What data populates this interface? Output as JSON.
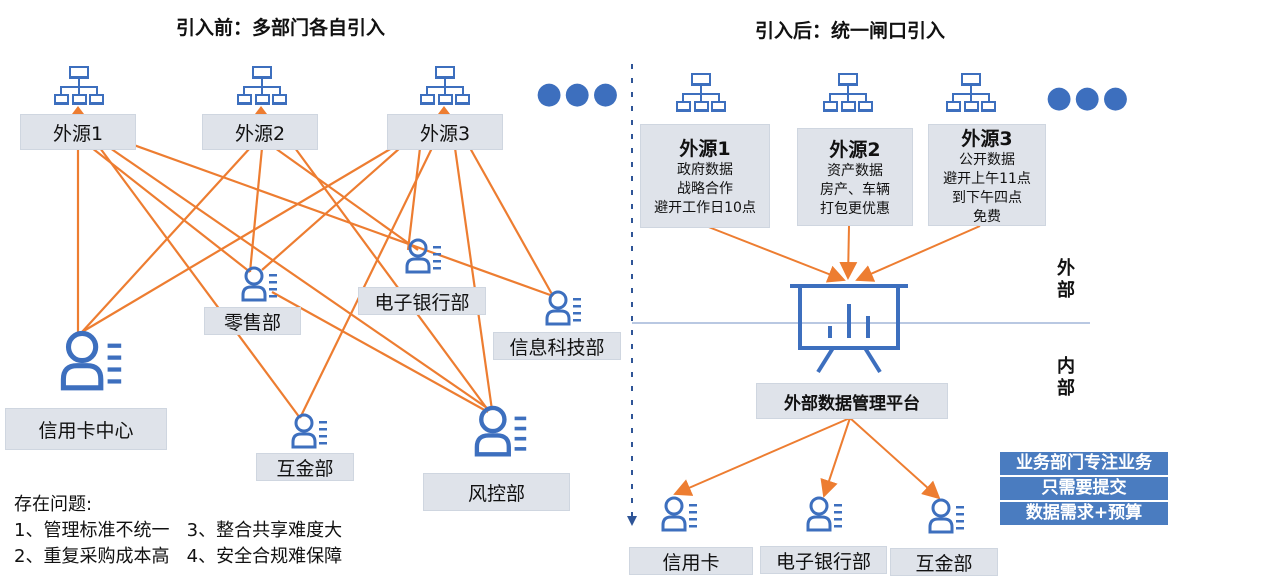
{
  "before": {
    "title": "引入前：多部门各自引入",
    "sources": [
      "外源1",
      "外源2",
      "外源3"
    ],
    "departments": {
      "retail": "零售部",
      "ebank": "电子银行部",
      "itech": "信息科技部",
      "credit": "信用卡中心",
      "fintech": "互金部",
      "risk": "风控部"
    },
    "issues": {
      "heading": "存在问题:",
      "line1": "1、管理标准不统一   3、整合共享难度大",
      "line2": "2、重复采购成本高   4、安全合规难保障"
    }
  },
  "after": {
    "title": "引入后：统一闸口引入",
    "sources": [
      {
        "name": "外源1",
        "lines": [
          "政府数据",
          "战略合作",
          "避开工作日10点"
        ]
      },
      {
        "name": "外源2",
        "lines": [
          "资产数据",
          "房产、车辆",
          "打包更优惠"
        ]
      },
      {
        "name": "外源3",
        "lines": [
          "公开数据",
          "避开上午11点",
          "到下午四点",
          "免费"
        ]
      }
    ],
    "platform": "外部数据管理平台",
    "side_external": [
      "外",
      "部"
    ],
    "side_internal": [
      "内",
      "部"
    ],
    "departments": [
      "信用卡",
      "电子银行部",
      "互金部"
    ],
    "note": [
      "业务部门专注业务",
      "只需要提交",
      "数据需求+预算"
    ]
  },
  "ellipsis": "●●●",
  "colors": {
    "line": "#ed7d31",
    "icon": "#3d6fbe",
    "box": "#dfe3ea",
    "note": "#4a7cc0"
  }
}
